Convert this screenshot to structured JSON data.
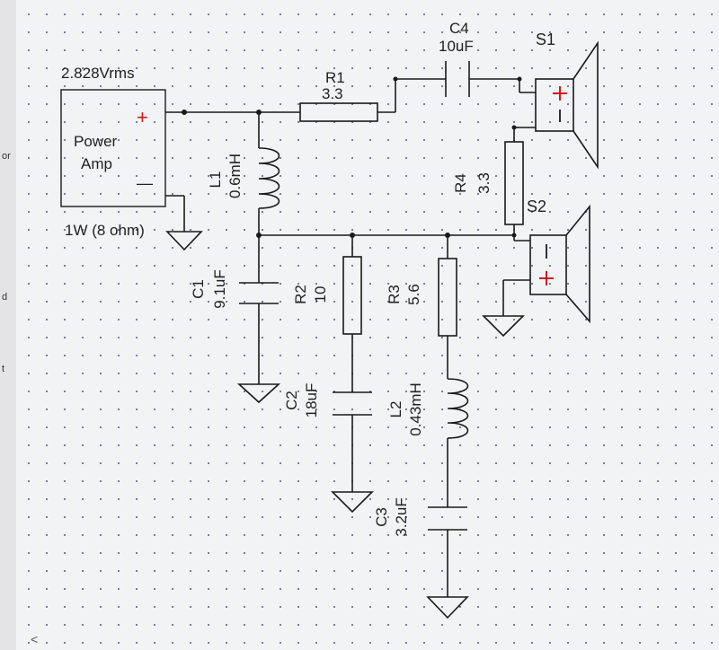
{
  "source": {
    "voltage": "2.828Vrms",
    "name_line1": "Power",
    "name_line2": "Amp",
    "plus": "+",
    "minus": "—",
    "rating": "1W (8 ohm)"
  },
  "components": {
    "R1": {
      "ref": "R1",
      "value": "3.3"
    },
    "C4": {
      "ref": "C4",
      "value": "10uF"
    },
    "L1": {
      "ref": "L1",
      "value": "0.6mH"
    },
    "C1": {
      "ref": "C1",
      "value": "9.1uF"
    },
    "R2": {
      "ref": "R2",
      "value": "10"
    },
    "C2": {
      "ref": "C2",
      "value": "18uF"
    },
    "R3": {
      "ref": "R3",
      "value": "5.6"
    },
    "L2": {
      "ref": "L2",
      "value": "0.43mH"
    },
    "C3": {
      "ref": "C3",
      "value": "3.2uF"
    },
    "R4": {
      "ref": "R4",
      "value": "3.3"
    }
  },
  "speakers": {
    "S1": {
      "ref": "S1",
      "plus": "+",
      "minus": "—"
    },
    "S2": {
      "ref": "S2",
      "plus": "+",
      "minus": "—"
    }
  },
  "sidebar": {
    "frag1": "or",
    "frag2": "d",
    "frag3": "t"
  },
  "scroll_arrow": "<"
}
